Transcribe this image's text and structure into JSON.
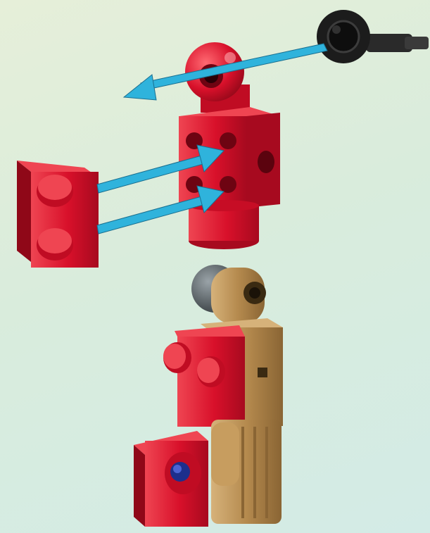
{
  "illustration": {
    "kind": "building-instruction-step",
    "background_color": "#dde9dc",
    "colors": {
      "red_part": "#d8102a",
      "red_part_dark": "#a70a1f",
      "red_part_light": "#ef4552",
      "tan_part": "#b58a4e",
      "tan_part_dark": "#8a6534",
      "tan_part_light": "#d6b27a",
      "black_part": "#1c1c1c",
      "gray_ball": "#5a6266",
      "blue_pin": "#1d2f8c",
      "arrow_color": "#2fb3dc",
      "arrow_outline": "#1a6f8f"
    },
    "parts": [
      "red-ball-socket-piece",
      "red-technic-brick-with-holes",
      "red-plate-2x2-with-pins",
      "black-axle-connector",
      "gray-ball-joint",
      "tan-socket-joint",
      "red-brick-with-studs",
      "tan-technic-brick",
      "red-plate-with-blue-pin",
      "tan-ribbed-piece"
    ],
    "arrows": [
      "arrow-axle-through-socket",
      "arrow-plate-upper-pin",
      "arrow-plate-lower-pin"
    ]
  }
}
